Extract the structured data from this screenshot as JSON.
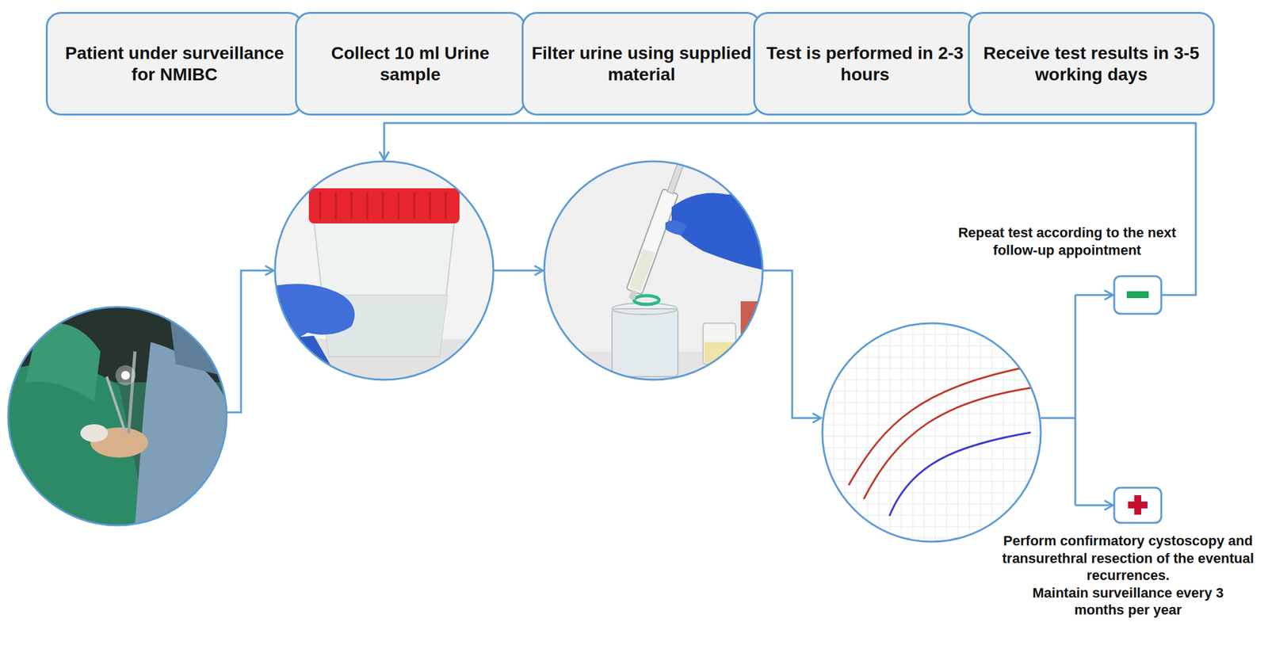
{
  "diagram": {
    "nodes": [
      {
        "text": [
          "Patient under surveillance for NMIBC"
        ]
      },
      {
        "text": [
          "Collect 10 ml Urine sample"
        ]
      },
      {
        "text": [
          "Filter urine using supplied material"
        ]
      },
      {
        "text": [
          "Test is performed in 2-3 hours"
        ]
      },
      {
        "text": [
          "Receive test results in 3-5 working days"
        ]
      }
    ],
    "labels": [
      "Repeat test according to the next follow-up appointment",
      "Perform confirmatory cystoscopy and transurethral resection of the eventual recurrences.",
      "Maintain surveillance every 3 months per year"
    ]
  }
}
